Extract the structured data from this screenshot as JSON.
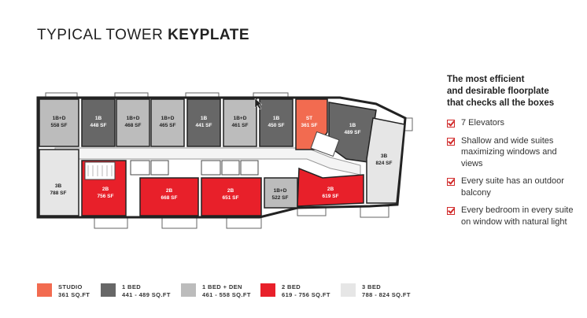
{
  "title": {
    "light": "TYPICAL TOWER ",
    "bold": "KEYPLATE"
  },
  "colors": {
    "studio": "#f26b50",
    "one_bed": "#676767",
    "one_bed_den": "#bcbcbc",
    "two_bed": "#e8202a",
    "three_bed": "#e6e6e6",
    "accent": "#d12a2a"
  },
  "units": [
    {
      "type": "1B+D",
      "area": "558 SF",
      "cls": "one_bed_den"
    },
    {
      "type": "1B",
      "area": "448 SF",
      "cls": "one_bed"
    },
    {
      "type": "1B+D",
      "area": "468 SF",
      "cls": "one_bed_den"
    },
    {
      "type": "1B+D",
      "area": "465 SF",
      "cls": "one_bed_den"
    },
    {
      "type": "1B",
      "area": "441 SF",
      "cls": "one_bed"
    },
    {
      "type": "1B+D",
      "area": "461 SF",
      "cls": "one_bed_den"
    },
    {
      "type": "1B",
      "area": "450 SF",
      "cls": "one_bed"
    },
    {
      "type": "ST",
      "area": "361 SF",
      "cls": "studio"
    },
    {
      "type": "1B",
      "area": "489 SF",
      "cls": "one_bed"
    },
    {
      "type": "3B",
      "area": "788 SF",
      "cls": "three_bed"
    },
    {
      "type": "2B",
      "area": "756 SF",
      "cls": "two_bed"
    },
    {
      "type": "2B",
      "area": "668 SF",
      "cls": "two_bed"
    },
    {
      "type": "2B",
      "area": "651 SF",
      "cls": "two_bed"
    },
    {
      "type": "1B+D",
      "area": "522 SF",
      "cls": "one_bed_den"
    },
    {
      "type": "2B",
      "area": "619 SF",
      "cls": "two_bed"
    },
    {
      "type": "3B",
      "area": "824 SF",
      "cls": "three_bed"
    }
  ],
  "sidebar": {
    "heading": [
      "The most efficient",
      "and desirable floorplate",
      "that checks all the boxes"
    ],
    "features": [
      "7 Elevators",
      "Shallow and wide suites maximizing windows and views",
      "Every suite has an outdoor balcony",
      "Every bedroom in every suite on window with natural light"
    ]
  },
  "legend": [
    {
      "name": "STUDIO",
      "range": "361 SQ.FT",
      "cls": "studio"
    },
    {
      "name": "1 BED",
      "range": "441 - 489 SQ.FT",
      "cls": "one_bed"
    },
    {
      "name": "1 BED + DEN",
      "range": "461 - 558 SQ.FT",
      "cls": "one_bed_den"
    },
    {
      "name": "2 BED",
      "range": "619 - 756 SQ.FT",
      "cls": "two_bed"
    },
    {
      "name": "3 BED",
      "range": "788 - 824 SQ.FT",
      "cls": "three_bed"
    }
  ]
}
